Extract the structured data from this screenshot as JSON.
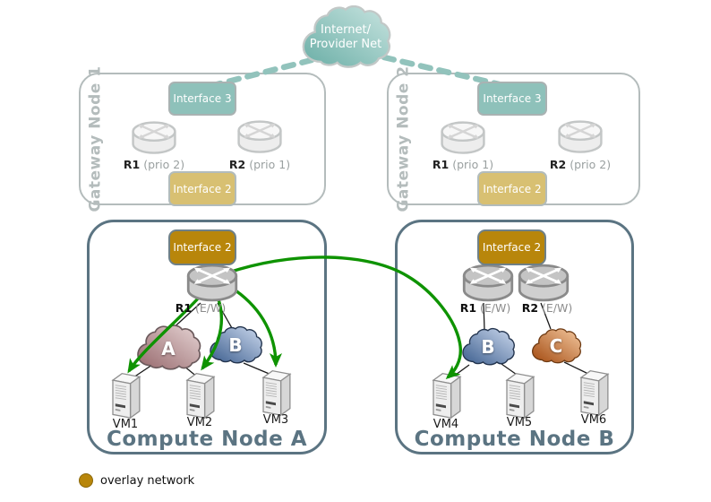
{
  "internet_cloud": {
    "line1": "Internet/",
    "line2": "Provider Net"
  },
  "gateway_nodes": [
    {
      "title": "Gateway Node 1",
      "interface_top": "Interface 3",
      "interface_bottom": "Interface 2",
      "routers": [
        {
          "name": "R1",
          "detail": "(prio 2)"
        },
        {
          "name": "R2",
          "detail": "(prio 1)"
        }
      ]
    },
    {
      "title": "Gateway Node 2",
      "interface_top": "Interface 3",
      "interface_bottom": "Interface 2",
      "routers": [
        {
          "name": "R1",
          "detail": "(prio 1)"
        },
        {
          "name": "R2",
          "detail": "(prio 2)"
        }
      ]
    }
  ],
  "compute_nodes": [
    {
      "title": "Compute Node A",
      "interface": "Interface 2",
      "routers": [
        {
          "name": "R1",
          "detail": "(E/W)"
        }
      ],
      "overlay_clouds": [
        {
          "letter": "A"
        },
        {
          "letter": "B"
        }
      ],
      "vms": [
        "VM1",
        "VM2",
        "VM3"
      ]
    },
    {
      "title": "Compute Node B",
      "interface": "Interface 2",
      "routers": [
        {
          "name": "R1",
          "detail": "(E/W)"
        },
        {
          "name": "R2",
          "detail": "(E/W)"
        }
      ],
      "overlay_clouds": [
        {
          "letter": "B"
        },
        {
          "letter": "C"
        }
      ],
      "vms": [
        "VM4",
        "VM5",
        "VM6"
      ]
    }
  ],
  "legend": {
    "label": "overlay network",
    "dot_color": "#b8860b"
  },
  "colors": {
    "teal_interface": "#8ec1ba",
    "tan_interface": "#d8c072",
    "gold_interface": "#b8860b",
    "gateway_outline": "#b4bcbc",
    "compute_outline": "#5b7482",
    "overlay_link_green": "#0e9300",
    "internet_cloud_teal": "#7db8b0",
    "cloud_a_rose": "#9b7478",
    "cloud_b_blue": "#3f6191",
    "cloud_c_copper": "#a84e14"
  }
}
